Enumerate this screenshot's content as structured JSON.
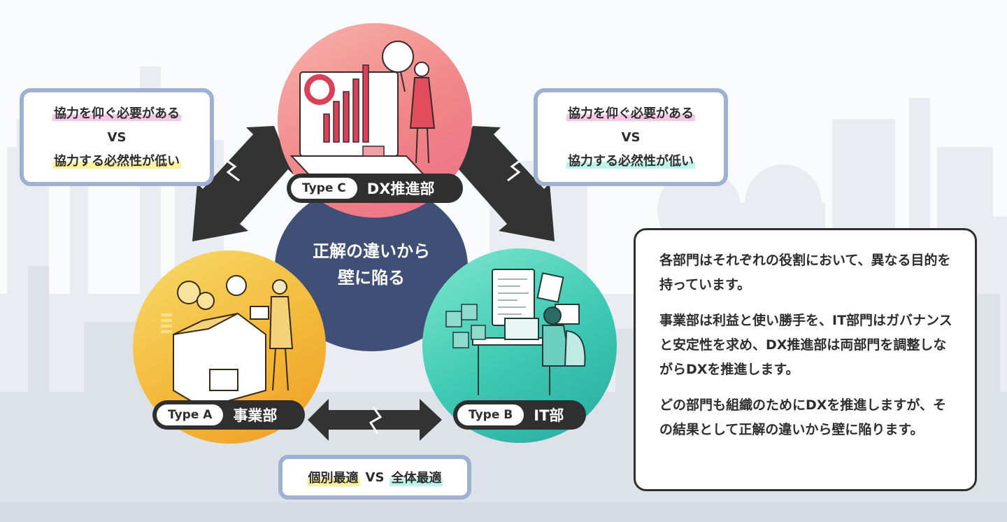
{
  "type_c": {
    "tag": "Type C",
    "dept": "DX推進部"
  },
  "type_a": {
    "tag": "Type A",
    "dept": "事業部"
  },
  "type_b": {
    "tag": "Type B",
    "dept": "IT部"
  },
  "center": {
    "line1": "正解の違いから",
    "line2": "壁に陥る"
  },
  "left_conflict": {
    "top": "協力を仰ぐ必要がある",
    "vs": "VS",
    "bottom": "協力する必然性が低い"
  },
  "right_conflict": {
    "top": "協力を仰ぐ必要がある",
    "vs": "VS",
    "bottom": "協力する必然性が低い"
  },
  "bottom_conflict": {
    "left": "個別最適",
    "vs": "VS",
    "right": "全体最適"
  },
  "description": {
    "p1": "各部門はそれぞれの役割において、異なる目的を持っています。",
    "p2": "事業部は利益と使い勝手を、IT部門はガバナンスと安定性を求め、DX推進部は両部門を調整しながらDXを推進します。",
    "p3": "どの部門も組織のためにDXを推進しますが、その結果として正解の違いから壁に陥ります。"
  },
  "colors": {
    "type_c": "#f08588",
    "type_a": "#f3b939",
    "type_b": "#3cc8b3",
    "center": "#3f4f75",
    "box_border": "#9fb0d3",
    "arrow": "#333333"
  }
}
